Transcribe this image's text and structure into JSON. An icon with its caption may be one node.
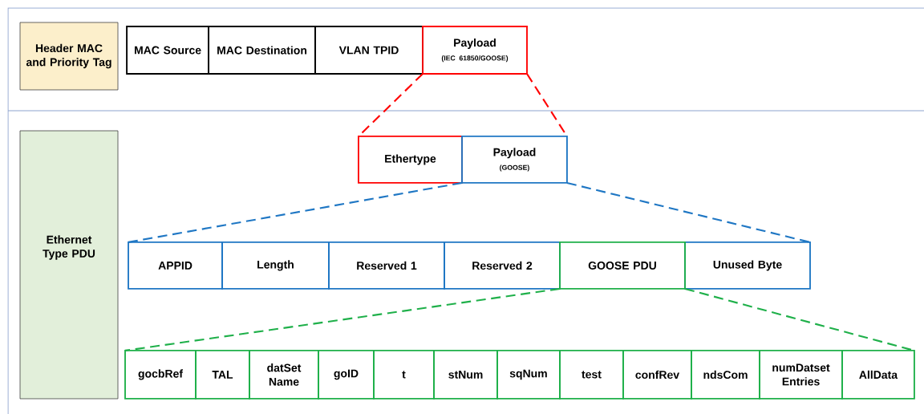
{
  "diagram": {
    "nodes": [
      {
        "text": [
          "Header MAC and Priority Tag"
        ]
      },
      {
        "text": [
          "MAC Source"
        ]
      },
      {
        "text": [
          "MAC Destination"
        ]
      },
      {
        "text": [
          "VLAN TPID"
        ]
      },
      {
        "text": [
          "Payload",
          "(IEC 61850/GOOSE)"
        ]
      },
      {
        "text": [
          "Ethernet Type PDU"
        ]
      },
      {
        "text": [
          "Ethertype"
        ]
      },
      {
        "text": [
          "Payload",
          "(GOOSE)"
        ]
      },
      {
        "text": [
          "APPID"
        ]
      },
      {
        "text": [
          "Length"
        ]
      },
      {
        "text": [
          "Reserved 1"
        ]
      },
      {
        "text": [
          "Reserved 2"
        ]
      },
      {
        "text": [
          "GOOSE PDU"
        ]
      },
      {
        "text": [
          "Unused Byte"
        ]
      },
      {
        "text": [
          "gocbRef"
        ]
      },
      {
        "text": [
          "TAL"
        ]
      },
      {
        "text": [
          "datSet Name"
        ]
      },
      {
        "text": [
          "goID"
        ]
      },
      {
        "text": [
          "t"
        ]
      },
      {
        "text": [
          "stNum"
        ]
      },
      {
        "text": [
          "sqNum"
        ]
      },
      {
        "text": [
          "test"
        ]
      },
      {
        "text": [
          "confRev"
        ]
      },
      {
        "text": [
          "ndsCom"
        ]
      },
      {
        "text": [
          "numDatset Entries"
        ]
      },
      {
        "text": [
          "AllData"
        ]
      }
    ],
    "edges": [
      {
        "from": 4,
        "to": 6,
        "arrow": "none",
        "style": "dashed",
        "color": "#ff0000"
      },
      {
        "from": 4,
        "to": 7,
        "arrow": "none",
        "style": "dashed",
        "color": "#ff0000"
      },
      {
        "from": 7,
        "to": 8,
        "arrow": "none",
        "style": "dashed",
        "color": "#1f77c4"
      },
      {
        "from": 7,
        "to": 13,
        "arrow": "none",
        "style": "dashed",
        "color": "#1f77c4"
      },
      {
        "from": 12,
        "to": 14,
        "arrow": "none",
        "style": "dashed",
        "color": "#1fb04a"
      },
      {
        "from": 12,
        "to": 25,
        "arrow": "none",
        "style": "dashed",
        "color": "#1fb04a"
      }
    ]
  }
}
